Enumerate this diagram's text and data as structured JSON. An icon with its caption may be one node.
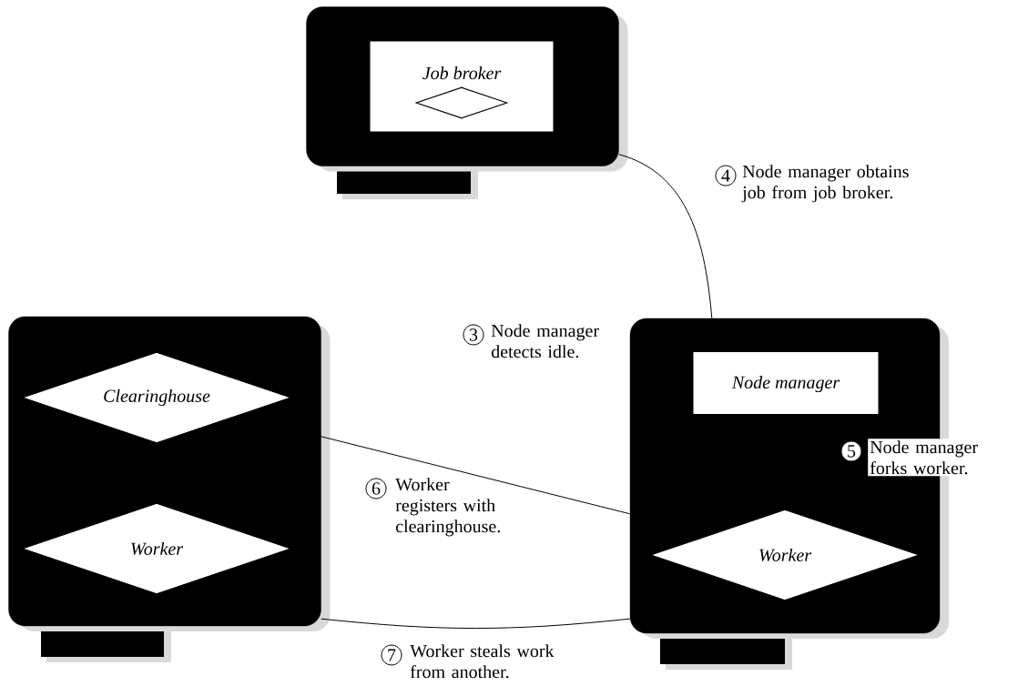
{
  "diagram": {
    "nodes": [
      {
        "text": [],
        "shape": "box"
      },
      {
        "text": [
          "Job broker"
        ],
        "in": 0
      },
      {
        "text": [],
        "shape": "diamond",
        "in": 1
      },
      {
        "text": [],
        "shape": "box"
      },
      {
        "text": [
          "Clearinghouse"
        ],
        "in": 3
      },
      {
        "text": [
          "Worker"
        ],
        "in": 3
      },
      {
        "text": [],
        "shape": "box"
      },
      {
        "text": [
          "Node manager"
        ],
        "in": 6
      },
      {
        "text": [
          "Worker"
        ],
        "in": 6
      }
    ],
    "edges": [
      {
        "from": 0,
        "to": 6,
        "arrow": "none"
      },
      {
        "from": 3,
        "to": 6,
        "arrow": "none"
      },
      {
        "from": 3,
        "to": 6,
        "arrow": "none"
      }
    ],
    "labels": [
      "4",
      "Node manager obtains job from job broker.",
      "3",
      "Node manager detects idle.",
      "5",
      "Node manager forks worker.",
      "6",
      "Worker registers with clearinghouse.",
      "7",
      "Worker steals work from another."
    ]
  }
}
